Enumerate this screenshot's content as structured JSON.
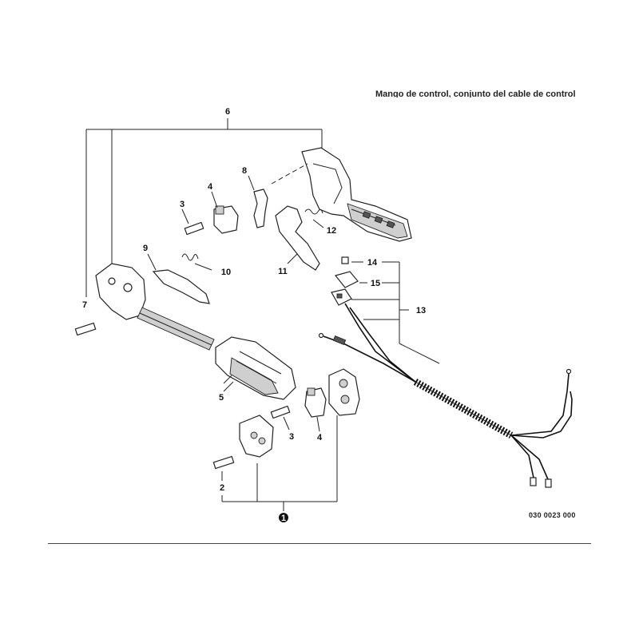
{
  "header": {
    "title": "Mango de control, conjunto del cable de control"
  },
  "callouts": {
    "c1": "1",
    "c2": "2",
    "c3a": "3",
    "c3b": "3",
    "c4a": "4",
    "c4b": "4",
    "c5": "5",
    "c6": "6",
    "c7": "7",
    "c8": "8",
    "c9": "9",
    "c10": "10",
    "c11": "11",
    "c12": "12",
    "c13": "13",
    "c14": "14",
    "c15": "15"
  },
  "drawing_code": "030 0023 000"
}
